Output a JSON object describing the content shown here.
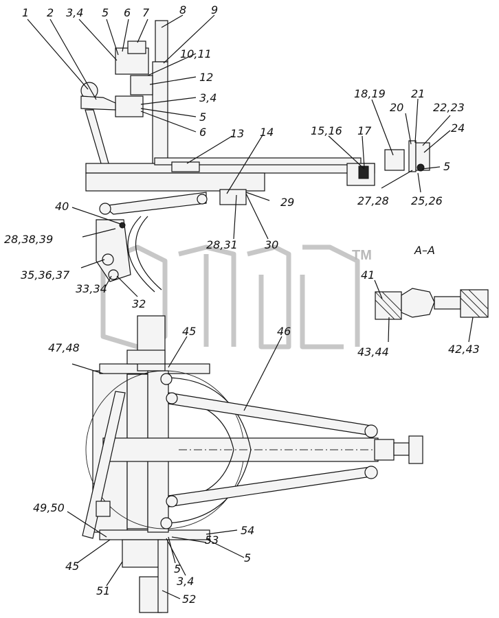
{
  "labels_top": [
    "1",
    "2",
    "3,4",
    "5",
    "6",
    "7",
    "8",
    "9",
    "10,11",
    "12",
    "3,4",
    "5",
    "6",
    "13",
    "14",
    "15,16",
    "17",
    "18,19",
    "20",
    "21",
    "22,23",
    "24",
    "5",
    "27,28",
    "25,26",
    "29",
    "30",
    "28,31",
    "40",
    "28,38,39",
    "35,36,37",
    "33,34",
    "32"
  ],
  "section_title": "A–A",
  "labels_section": [
    "41",
    "43,44",
    "42,43"
  ],
  "labels_bottom": [
    "45",
    "46",
    "47,48",
    "49,50",
    "45",
    "51",
    "5",
    "3,4",
    "53",
    "5",
    "54",
    "52"
  ],
  "watermark": "TM",
  "colors": {
    "line": "#111111",
    "watermark": "#bdbdbd"
  }
}
